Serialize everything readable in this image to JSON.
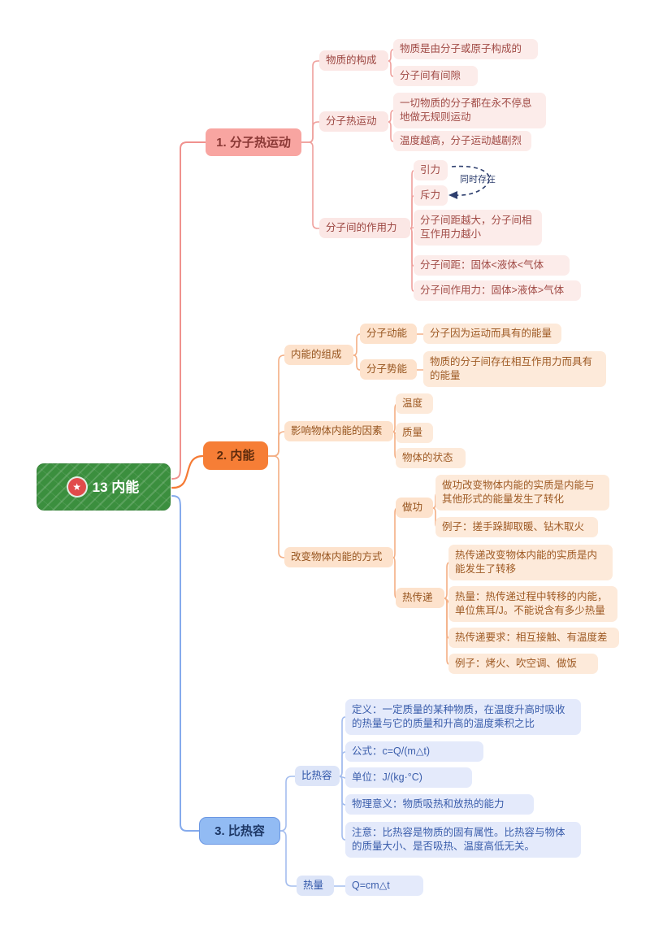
{
  "mindmap": {
    "root": {
      "label": "13 内能",
      "icon_glyph": "★"
    },
    "note_coexist": "同时存在",
    "colors": {
      "root_green": "#3b8f3e",
      "branch1_pink": "#f8a5a1",
      "branch2_orange": "#f67e36",
      "branch3_blue": "#92bbf3",
      "pink_leaf_bg": "#fcecea",
      "orange_leaf_bg": "#fdeada",
      "blue_leaf_bg": "#e4eafb",
      "pink_line": "#efa09c",
      "orange_line": "#f3ae84",
      "blue_line": "#a4bdee",
      "arrow_navy": "#2e3f6e"
    },
    "branches": [
      {
        "label": "1. 分子热运动",
        "children": [
          {
            "label": "物质的构成",
            "children": [
              {
                "label": "物质是由分子或原子构成的"
              },
              {
                "label": "分子间有间隙"
              }
            ]
          },
          {
            "label": "分子热运动",
            "children": [
              {
                "label": "一切物质的分子都在永不停息地做无规则运动"
              },
              {
                "label": "温度越高，分子运动越剧烈"
              }
            ]
          },
          {
            "label": "分子间的作用力",
            "annotation": "同时存在",
            "children": [
              {
                "label": "引力"
              },
              {
                "label": "斥力"
              },
              {
                "label": "分子间距越大，分子间相互作用力越小"
              },
              {
                "label": "分子间距：固体<液体<气体"
              },
              {
                "label": "分子间作用力：固体>液体>气体"
              }
            ]
          }
        ]
      },
      {
        "label": "2. 内能",
        "children": [
          {
            "label": "内能的组成",
            "children": [
              {
                "label": "分子动能",
                "children": [
                  {
                    "label": "分子因为运动而具有的能量"
                  }
                ]
              },
              {
                "label": "分子势能",
                "children": [
                  {
                    "label": "物质的分子间存在相互作用力而具有的能量"
                  }
                ]
              }
            ]
          },
          {
            "label": "影响物体内能的因素",
            "children": [
              {
                "label": "温度"
              },
              {
                "label": "质量"
              },
              {
                "label": "物体的状态"
              }
            ]
          },
          {
            "label": "改变物体内能的方式",
            "children": [
              {
                "label": "做功",
                "children": [
                  {
                    "label": "做功改变物体内能的实质是内能与其他形式的能量发生了转化"
                  },
                  {
                    "label": "例子：搓手跺脚取暖、钻木取火"
                  }
                ]
              },
              {
                "label": "热传递",
                "children": [
                  {
                    "label": "热传递改变物体内能的实质是内能发生了转移"
                  },
                  {
                    "label": "热量：热传递过程中转移的内能，单位焦耳/J。不能说含有多少热量"
                  },
                  {
                    "label": "热传递要求：相互接触、有温度差"
                  },
                  {
                    "label": "例子：烤火、吹空调、做饭"
                  }
                ]
              }
            ]
          }
        ]
      },
      {
        "label": "3. 比热容",
        "children": [
          {
            "label": "比热容",
            "children": [
              {
                "label": "定义：一定质量的某种物质，在温度升高时吸收的热量与它的质量和升高的温度乘积之比"
              },
              {
                "label": "公式：c=Q/(m△t)"
              },
              {
                "label": "单位：J/(kg·°C)"
              },
              {
                "label": "物理意义：物质吸热和放热的能力"
              },
              {
                "label": "注意：比热容是物质的固有属性。比热容与物体的质量大小、是否吸热、温度高低无关。"
              }
            ]
          },
          {
            "label": "热量",
            "children": [
              {
                "label": "Q=cm△t"
              }
            ]
          }
        ]
      }
    ]
  }
}
